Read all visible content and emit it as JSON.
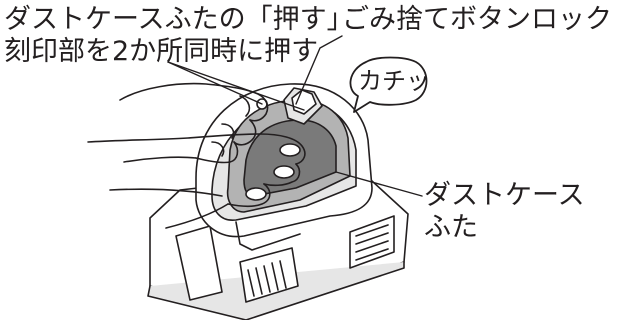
{
  "labels": {
    "press_instruction_line1": "ダストケースふたの「押す」",
    "press_instruction_line2": "刻印部を2か所同時に押す",
    "lock_button": "ごみ捨てボタンロック",
    "click_sound": "カチッ",
    "cover_line1": "ダストケース",
    "cover_line2": "ふた"
  },
  "colors": {
    "line": "#231f20",
    "fill": "#ffffff",
    "shade_light": "#e6e6e6",
    "shade_mid": "#b3b3b3",
    "shade_dark": "#7a7a7a"
  }
}
